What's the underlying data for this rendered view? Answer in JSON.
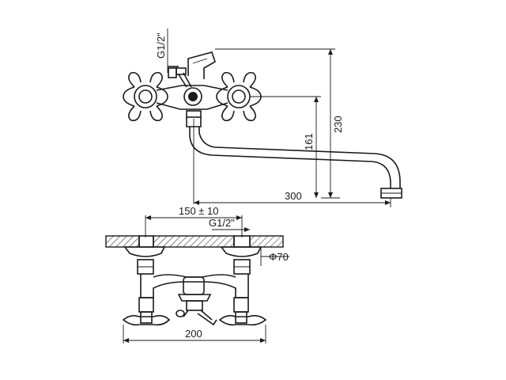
{
  "dimensions": {
    "thread_top": "G1/2\"",
    "height_230": "230",
    "height_161": "161",
    "spout_reach": "300",
    "center_distance": "150 ± 10",
    "thread_bottom": "G1/2\"",
    "flange_diameter": "Φ70",
    "overall_width": "200"
  },
  "colors": {
    "line": "#1a1a1a",
    "background": "#ffffff"
  }
}
